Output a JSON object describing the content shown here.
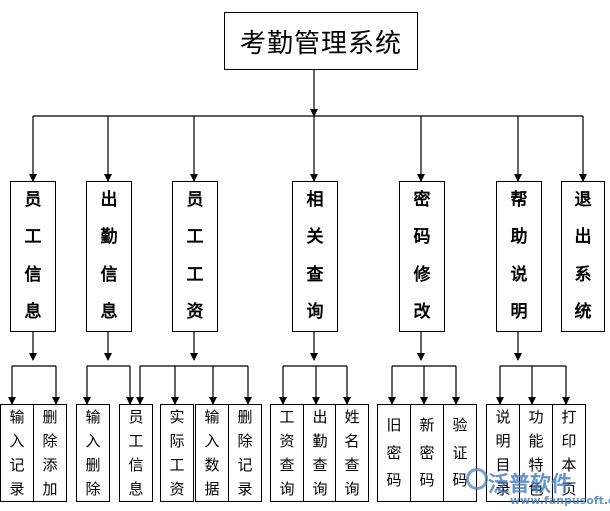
{
  "root": {
    "title": "考勤管理系统"
  },
  "modules": [
    {
      "name": "员工信息",
      "chars": [
        "员",
        "工",
        "信",
        "息"
      ]
    },
    {
      "name": "出勤信息",
      "chars": [
        "出",
        "勤",
        "信",
        "息"
      ]
    },
    {
      "name": "员工工资",
      "chars": [
        "员",
        "工",
        "工",
        "资"
      ]
    },
    {
      "name": "相关查询",
      "chars": [
        "相",
        "关",
        "查",
        "询"
      ]
    },
    {
      "name": "密码修改",
      "chars": [
        "密",
        "码",
        "修",
        "改"
      ]
    },
    {
      "name": "帮助说明",
      "chars": [
        "帮",
        "助",
        "说",
        "明"
      ]
    },
    {
      "name": "退出系统",
      "chars": [
        "退",
        "出",
        "系",
        "统"
      ]
    }
  ],
  "functions": [
    {
      "chars": [
        "输",
        "入",
        "记",
        "录"
      ]
    },
    {
      "chars": [
        "删",
        "除",
        "添",
        "加"
      ]
    },
    {
      "chars": [
        "输",
        "入",
        "删",
        "除"
      ]
    },
    {
      "chars": [
        "员",
        "工",
        "信",
        "息"
      ]
    },
    {
      "chars": [
        "实",
        "际",
        "工",
        "资"
      ]
    },
    {
      "chars": [
        "输",
        "入",
        "数",
        "据"
      ]
    },
    {
      "chars": [
        "删",
        "除",
        "记",
        "录"
      ]
    },
    {
      "chars": [
        "工",
        "资",
        "查",
        "询"
      ]
    },
    {
      "chars": [
        "出",
        "勤",
        "查",
        "询"
      ]
    },
    {
      "chars": [
        "姓",
        "名",
        "查",
        "询"
      ]
    },
    {
      "chars": [
        "旧",
        "密",
        "码"
      ]
    },
    {
      "chars": [
        "新",
        "密",
        "码"
      ]
    },
    {
      "chars": [
        "验",
        "证",
        "码"
      ]
    },
    {
      "chars": [
        "说",
        "明",
        "目",
        "录"
      ]
    },
    {
      "chars": [
        "功",
        "能",
        "特",
        "色"
      ]
    },
    {
      "chars": [
        "打",
        "印",
        "本",
        "页"
      ]
    }
  ],
  "watermark": {
    "name": "泛普软件",
    "url": "www.fanpusoft.com"
  }
}
